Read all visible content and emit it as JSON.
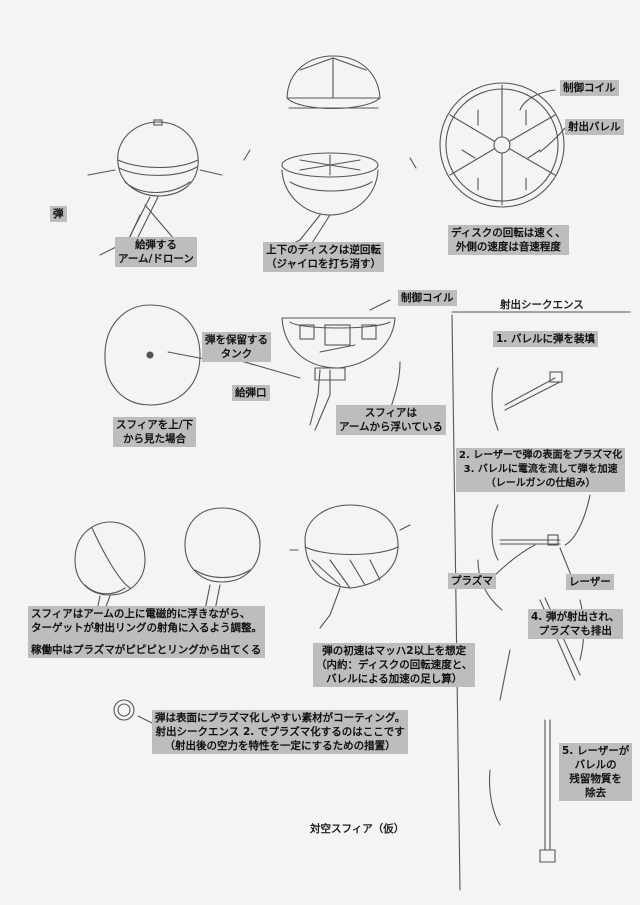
{
  "labels": {
    "ammo": "弾",
    "supply_arm": [
      "給弾する",
      "アーム/ドローン"
    ],
    "counter_rotate": [
      "上下のディスクは逆回転",
      "（ジャイロを打ち消す）"
    ],
    "control_coil_top": "制御コイル",
    "barrel": "射出バレル",
    "disc_speed": [
      "ディスクの回転は速く、",
      "外側の速度は音速程度"
    ],
    "control_coil_mid": "制御コイル",
    "ammo_tank": [
      "弾を保留する",
      "タンク"
    ],
    "supply_port": "給弾口",
    "top_view": [
      "スフィアを上/下",
      "から見た場合"
    ],
    "floating": [
      "スフィアは",
      "アームから浮いている"
    ],
    "firing_sequence_title": "射出シークエンス",
    "step1": "1. バレルに弾を装填",
    "step2_3": [
      "2. レーザーで弾の表面をプラズマ化",
      "3. バレルに電流を流して弾を加速",
      "（レールガンの仕組み）"
    ],
    "plasma": "プラズマ",
    "laser": "レーザー",
    "step4": [
      "4. 弾が射出され、",
      "プラズマも排出"
    ],
    "magnetic_float": [
      "スフィアはアームの上に電磁的に浮きながら、",
      "ターゲットが射出リングの射角に入るよう調整。",
      "",
      "稼働中はプラズマがピピピとリングから出てくる"
    ],
    "muzzle_velocity": [
      "弾の初速はマッハ2以上を想定",
      "（内約：ディスクの回転速度と、",
      "バレルによる加速の足し算）"
    ],
    "ammo_coating": [
      "弾は表面にプラズマ化しやすい素材がコーティング。",
      "射出シークエンス 2. でプラズマ化するのはここです",
      "（射出後の空力を特性を一定にするための措置）"
    ],
    "step5": [
      "5. レーザーが",
      "バレルの",
      "残留物質を",
      "除去"
    ],
    "caption": "対空スフィア（仮）"
  }
}
